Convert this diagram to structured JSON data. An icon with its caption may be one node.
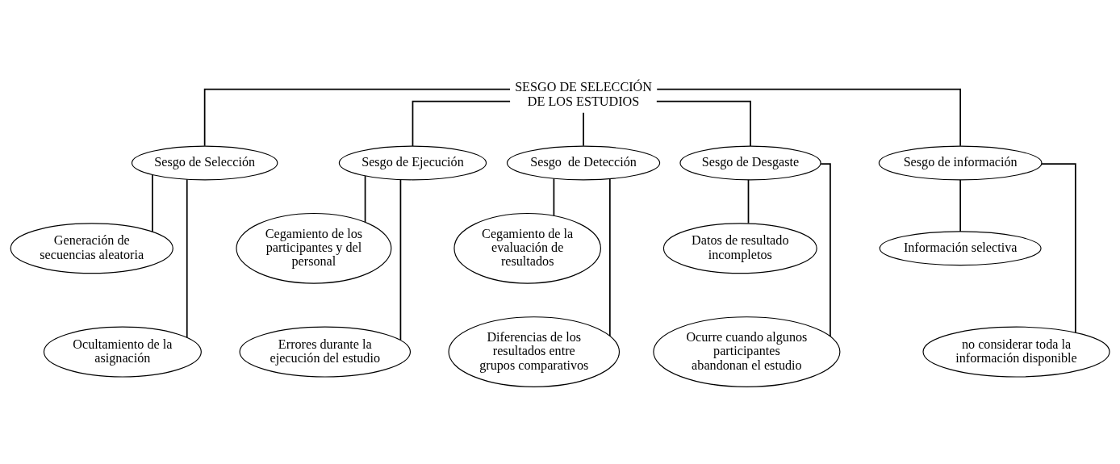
{
  "diagram": {
    "nodes": [
      {
        "text": [
          "SESGO DE SELECCIÓN DE LOS ESTUDIOS"
        ]
      },
      {
        "text": [
          "Sesgo de Selección"
        ]
      },
      {
        "text": [
          "Sesgo de Ejecución"
        ]
      },
      {
        "text": [
          "Sesgo  de Detección"
        ]
      },
      {
        "text": [
          "Sesgo de Desgaste"
        ]
      },
      {
        "text": [
          "Sesgo de información"
        ]
      },
      {
        "text": [
          "Generación de secuencias aleatoria"
        ]
      },
      {
        "text": [
          "Cegamiento de los participantes y del personal"
        ]
      },
      {
        "text": [
          "Cegamiento de la evaluación de resultados"
        ]
      },
      {
        "text": [
          "Datos de resultado incompletos"
        ]
      },
      {
        "text": [
          "Información selectiva"
        ]
      },
      {
        "text": [
          "Ocultamiento de la asignación"
        ]
      },
      {
        "text": [
          "Errores durante la ejecución del estudio"
        ]
      },
      {
        "text": [
          "Diferencias de los resultados entre grupos comparativos"
        ]
      },
      {
        "text": [
          "Ocurre cuando algunos participantes abandonan el estudio"
        ]
      },
      {
        "text": [
          "no considerar toda la información disponible"
        ]
      }
    ],
    "edges": [
      {
        "from": 0,
        "to": 1,
        "arrow": "none"
      },
      {
        "from": 0,
        "to": 2,
        "arrow": "none"
      },
      {
        "from": 0,
        "to": 3,
        "arrow": "none"
      },
      {
        "from": 0,
        "to": 4,
        "arrow": "none"
      },
      {
        "from": 0,
        "to": 5,
        "arrow": "none"
      },
      {
        "from": 1,
        "to": 6,
        "arrow": "none"
      },
      {
        "from": 1,
        "to": 11,
        "arrow": "none"
      },
      {
        "from": 2,
        "to": 7,
        "arrow": "none"
      },
      {
        "from": 2,
        "to": 12,
        "arrow": "none"
      },
      {
        "from": 3,
        "to": 8,
        "arrow": "none"
      },
      {
        "from": 3,
        "to": 13,
        "arrow": "none"
      },
      {
        "from": 4,
        "to": 9,
        "arrow": "none"
      },
      {
        "from": 4,
        "to": 14,
        "arrow": "none"
      },
      {
        "from": 5,
        "to": 10,
        "arrow": "none"
      },
      {
        "from": 5,
        "to": 15,
        "arrow": "none"
      }
    ]
  }
}
